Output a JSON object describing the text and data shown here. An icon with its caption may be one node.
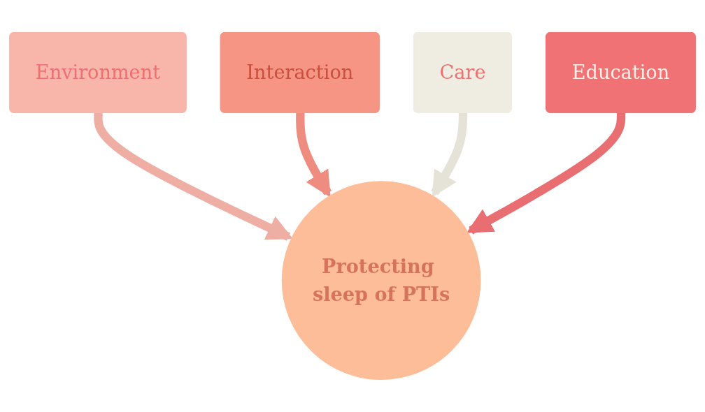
{
  "diagram": {
    "nodes": [
      {
        "text": [
          "Environment"
        ]
      },
      {
        "text": [
          "Interaction"
        ]
      },
      {
        "text": [
          "Care"
        ]
      },
      {
        "text": [
          "Education"
        ]
      },
      {
        "text": [
          "Protecting sleep of PTIs"
        ]
      }
    ],
    "edges": [
      {
        "from": 0,
        "to": 4,
        "arrow": "to",
        "color": "#eeaea4"
      },
      {
        "from": 1,
        "to": 4,
        "arrow": "to",
        "color": "#ee8c80"
      },
      {
        "from": 2,
        "to": 4,
        "arrow": "to",
        "color": "#e5e3d8"
      },
      {
        "from": 3,
        "to": 4,
        "arrow": "to",
        "color": "#e86e72"
      }
    ]
  }
}
